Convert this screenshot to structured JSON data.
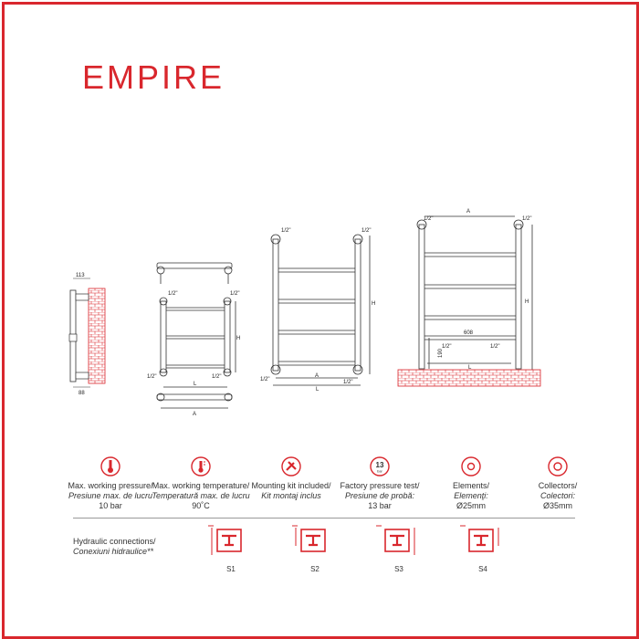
{
  "brand": {
    "title": "EMPIRE",
    "accent": "#d9272d"
  },
  "drawings": {
    "side_top": "113",
    "side_bottom": "88",
    "half": "1/2\"",
    "A": "A",
    "L": "L",
    "H": "H",
    "dim_608": "608",
    "dim_190": "190"
  },
  "specs": [
    {
      "icon": "thermometer-icon",
      "line1": "Max. working pressure/",
      "line2": "Presiune max. de lucru",
      "line3": "10 bar"
    },
    {
      "icon": "temperature-icon",
      "line1": "Max. working temperature/",
      "line2": "Temperatură max. de lucru",
      "line3": "90˚C"
    },
    {
      "icon": "mounting-kit-icon",
      "line1": "Mounting kit included/",
      "line2": "Kit montaj inclus",
      "line3": ""
    },
    {
      "icon": "pressure-test-icon",
      "badge": "13",
      "badge_sub": "bar",
      "line1": "Factory pressure test/",
      "line2": "Presiune de probă:",
      "line3": "13 bar"
    },
    {
      "icon": "element-circle-icon",
      "line1": "Elements/",
      "line2": "Elemenţi:",
      "line3": "Ø25mm"
    },
    {
      "icon": "collector-circle-icon",
      "line1": "Collectors/",
      "line2": "Colectori:",
      "line3": "Ø35mm"
    }
  ],
  "hydraulic": {
    "line1": "Hydraulic connections/",
    "line2": "Conexiuni hidraulice**",
    "connections": [
      "S1",
      "S2",
      "S3",
      "S4"
    ]
  }
}
